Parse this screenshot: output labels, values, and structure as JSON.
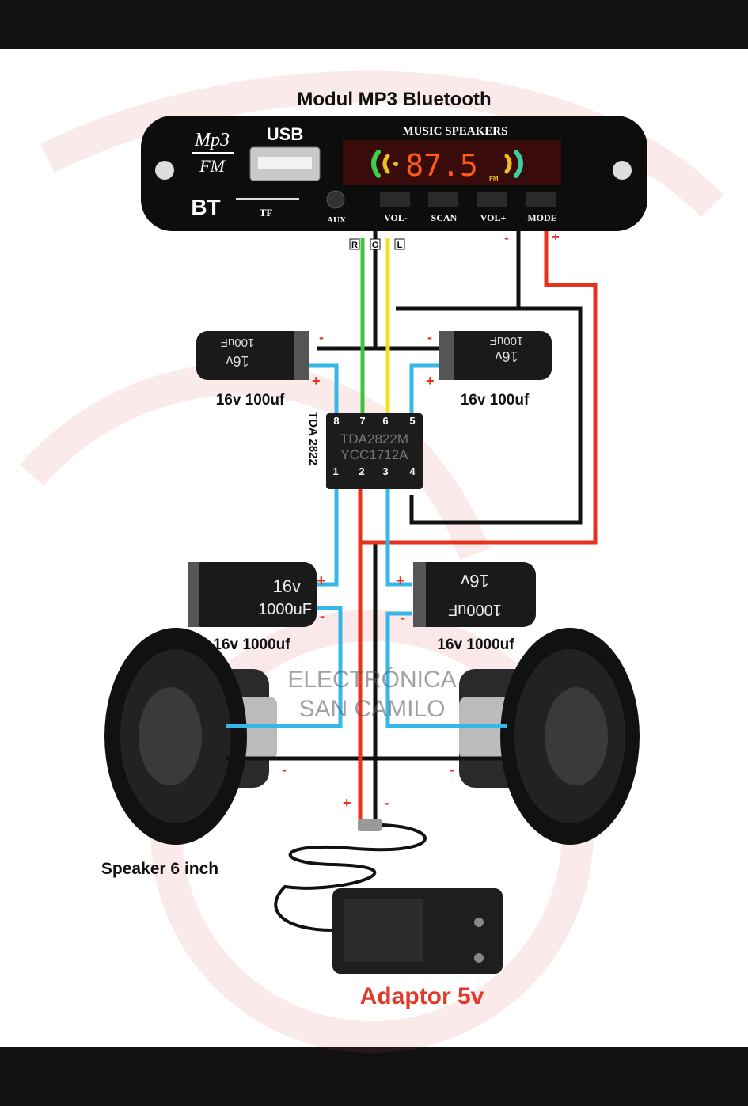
{
  "title": "Modul MP3 Bluetooth",
  "module": {
    "logo_top": "Mp3",
    "logo_bottom": "FM",
    "usb": "USB",
    "bt": "BT",
    "tf": "TF",
    "aux": "AUX",
    "header": "MUSIC SPEAKERS",
    "display": "87.5",
    "display_unit": "FM",
    "buttons": [
      "VOL-",
      "SCAN",
      "VOL+",
      "MODE"
    ],
    "audio_pins": [
      "R",
      "G",
      "L"
    ],
    "power_minus": "-",
    "power_plus": "+"
  },
  "chip": {
    "label": "TDA 2822",
    "marking_line1": "TDA2822M",
    "marking_line2": "YCC1712A",
    "pins_top": [
      "8",
      "7",
      "6",
      "5"
    ],
    "pins_bottom": [
      "1",
      "2",
      "3",
      "4"
    ]
  },
  "capacitors": {
    "small_left": {
      "label": "16v 100uf",
      "marking1": "100uF",
      "marking2": "16v",
      "plus": "+",
      "minus": "-"
    },
    "small_right": {
      "label": "16v 100uf",
      "marking1": "100uF",
      "marking2": "16v",
      "plus": "+",
      "minus": "-"
    },
    "large_left": {
      "label": "16v 1000uf",
      "marking1": "16v",
      "marking2": "1000uF",
      "plus": "+",
      "minus": "-"
    },
    "large_right": {
      "label": "16v 1000uf",
      "marking1": "16v",
      "marking2": "1000uF",
      "plus": "+",
      "minus": "-"
    }
  },
  "speakers": {
    "label": "Speaker 6 inch",
    "left_minus": "-",
    "right_minus": "-"
  },
  "adaptor": {
    "label": "Adaptor 5v",
    "plus": "+",
    "minus": "-"
  },
  "watermark": {
    "line1": "ELECTRÓNICA",
    "line2": "SAN CAMILO"
  },
  "colors": {
    "wire_red": "#e8321e",
    "wire_blue": "#35b8e8",
    "wire_green": "#3cc43c",
    "wire_yellow": "#f2e21e",
    "wire_black": "#111111",
    "adaptor_label": "#e03a2a"
  }
}
